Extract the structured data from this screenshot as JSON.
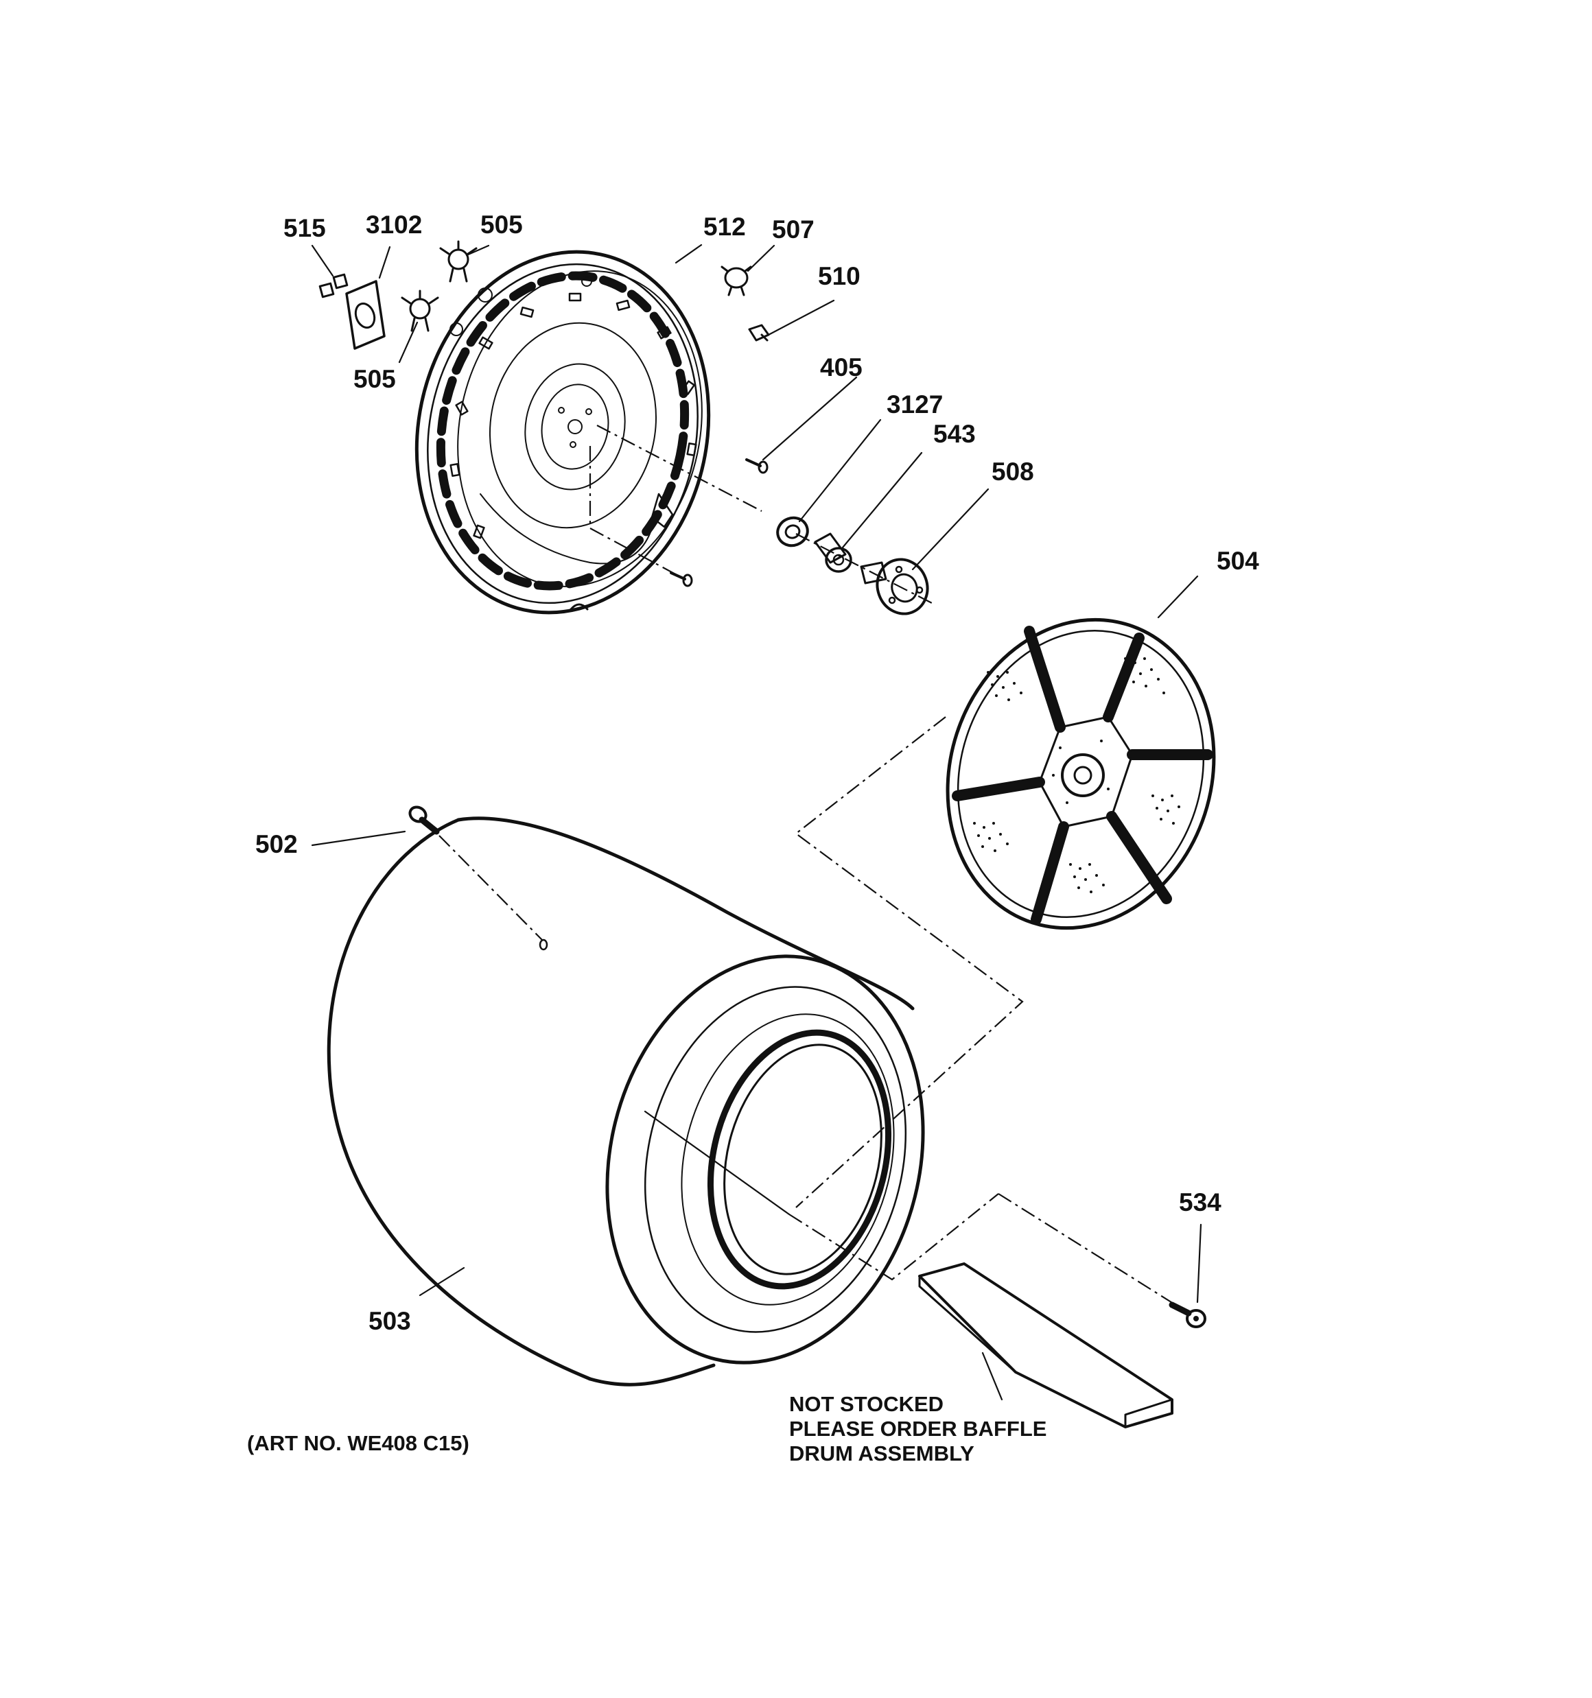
{
  "callouts": {
    "c515": "515",
    "c3102": "3102",
    "c505a": "505",
    "c505b": "505",
    "c512": "512",
    "c507": "507",
    "c510": "510",
    "c405": "405",
    "c3127": "3127",
    "c543": "543",
    "c508": "508",
    "c504": "504",
    "c502": "502",
    "c503": "503",
    "c534": "534"
  },
  "note": {
    "line1": "NOT STOCKED",
    "line2": "PLEASE ORDER BAFFLE",
    "line3": "DRUM ASSEMBLY"
  },
  "art_number": "(ART NO. WE408 C15)",
  "colors": {
    "ink": "#111111",
    "paper": "#ffffff"
  }
}
